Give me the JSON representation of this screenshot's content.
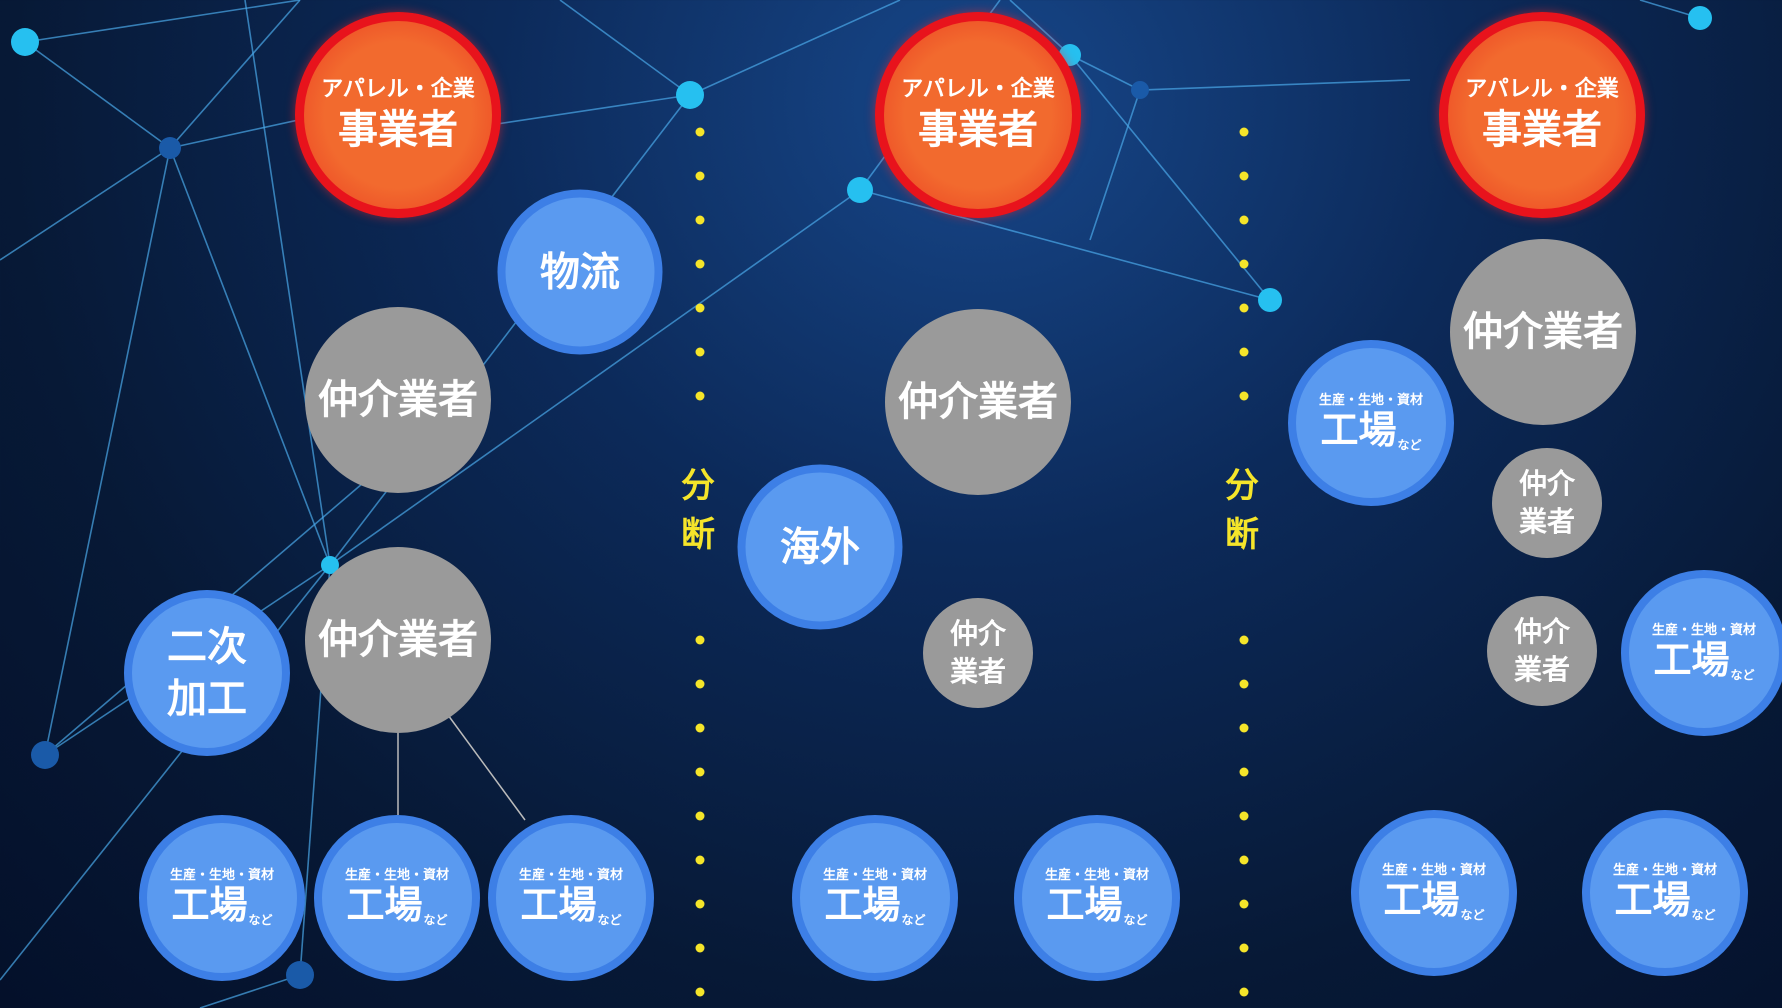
{
  "dividers": [
    {
      "label": [
        "分",
        "断"
      ]
    },
    {
      "label": [
        "分",
        "断"
      ]
    }
  ],
  "columns": [
    {
      "company": {
        "sub": "アパレル・企業",
        "main": "事業者"
      },
      "logistics": "物流",
      "broker_1": "仲介業者",
      "broker_2": "仲介業者",
      "secondary": [
        "二次",
        "加工"
      ],
      "factories": [
        {
          "sub": "生産・生地・資材",
          "main": "工場",
          "suffix": "など"
        },
        {
          "sub": "生産・生地・資材",
          "main": "工場",
          "suffix": "など"
        },
        {
          "sub": "生産・生地・資材",
          "main": "工場",
          "suffix": "など"
        }
      ]
    },
    {
      "company": {
        "sub": "アパレル・企業",
        "main": "事業者"
      },
      "broker_1": "仲介業者",
      "overseas": "海外",
      "broker_small": [
        "仲介",
        "業者"
      ],
      "factories": [
        {
          "sub": "生産・生地・資材",
          "main": "工場",
          "suffix": "など"
        },
        {
          "sub": "生産・生地・資材",
          "main": "工場",
          "suffix": "など"
        }
      ]
    },
    {
      "company": {
        "sub": "アパレル・企業",
        "main": "事業者"
      },
      "broker_1": "仲介業者",
      "factory_top": {
        "sub": "生産・生地・資材",
        "main": "工場",
        "suffix": "など"
      },
      "broker_small_1": [
        "仲介",
        "業者"
      ],
      "broker_small_2": [
        "仲介",
        "業者"
      ],
      "factory_mid": {
        "sub": "生産・生地・資材",
        "main": "工場",
        "suffix": "など"
      },
      "factories": [
        {
          "sub": "生産・生地・資材",
          "main": "工場",
          "suffix": "など"
        },
        {
          "sub": "生産・生地・資材",
          "main": "工場",
          "suffix": "など"
        }
      ]
    }
  ],
  "colors": {
    "company_fill": "#f26a2e",
    "company_ring": "#e8131c",
    "factory_fill": "#5a9af0",
    "broker_fill": "#9a9a9a",
    "divider": "#f5e52a",
    "network_line": "#4aa8e8"
  }
}
